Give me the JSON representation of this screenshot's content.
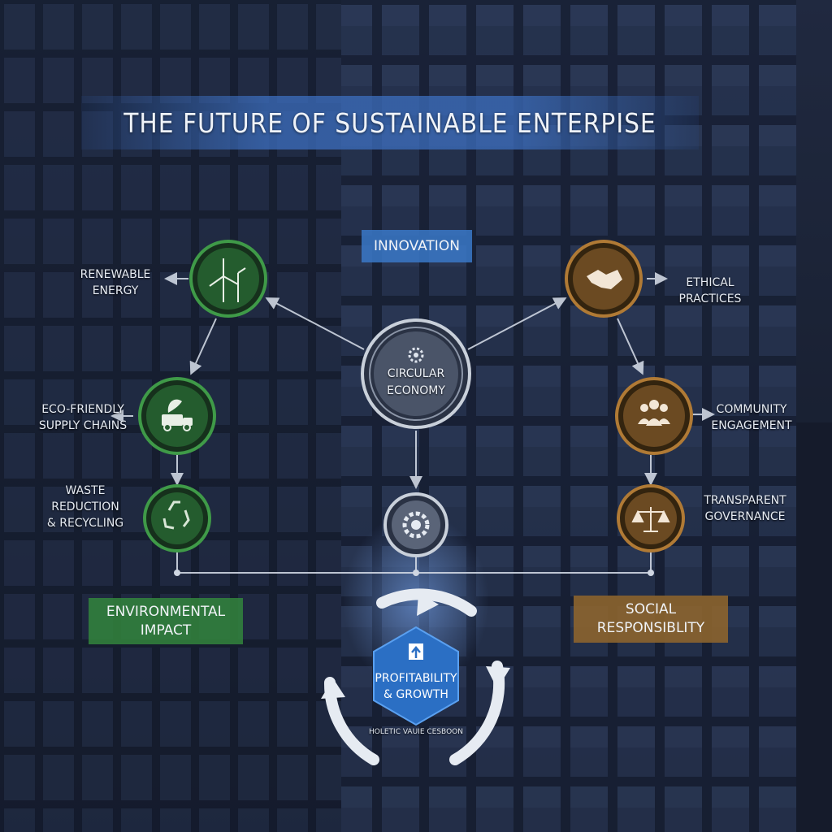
{
  "title": "THE FUTURE OF SUSTAINABLE ENTERPISE",
  "center": {
    "innovation": "INNOVATION",
    "circular_line1": "CIRCULAR",
    "circular_line2": "ECONOMY",
    "icon": "gear-icon"
  },
  "environmental": {
    "nodes": [
      {
        "label_lines": [
          "RENEWABLE",
          "ENERGY"
        ],
        "icon": "wind-turbine-icon"
      },
      {
        "label_lines": [
          "ECO-FRIENDLY",
          "SUPPLY CHAINS"
        ],
        "icon": "eco-truck-icon"
      },
      {
        "label_lines": [
          "WASTE",
          "REDUCTION",
          "& RECYCLING"
        ],
        "icon": "recycle-icon"
      }
    ],
    "box_line1": "ENVIRONMENTAL",
    "box_line2": "IMPACT"
  },
  "social": {
    "nodes": [
      {
        "label_lines": [
          "ETHICAL",
          "PRACTICES"
        ],
        "icon": "handshake-icon"
      },
      {
        "label_lines": [
          "COMMUNITY",
          "ENGAGEMENT"
        ],
        "icon": "community-icon"
      },
      {
        "label_lines": [
          "TRANSPARENT",
          "GOVERNANCE"
        ],
        "icon": "scales-icon"
      }
    ],
    "box_line1": "SOCIAL",
    "box_line2": "RESPONSIBLITY"
  },
  "profit": {
    "line1": "PROFITABILITY",
    "line2": "& GROWTH",
    "caption": "HOLETIC VAUIE CESBOON",
    "icon": "up-arrow-icon"
  },
  "colors": {
    "green": "#3f9a48",
    "brown": "#b07a35",
    "blue": "#3a78c8",
    "silver": "#c9d0da"
  }
}
